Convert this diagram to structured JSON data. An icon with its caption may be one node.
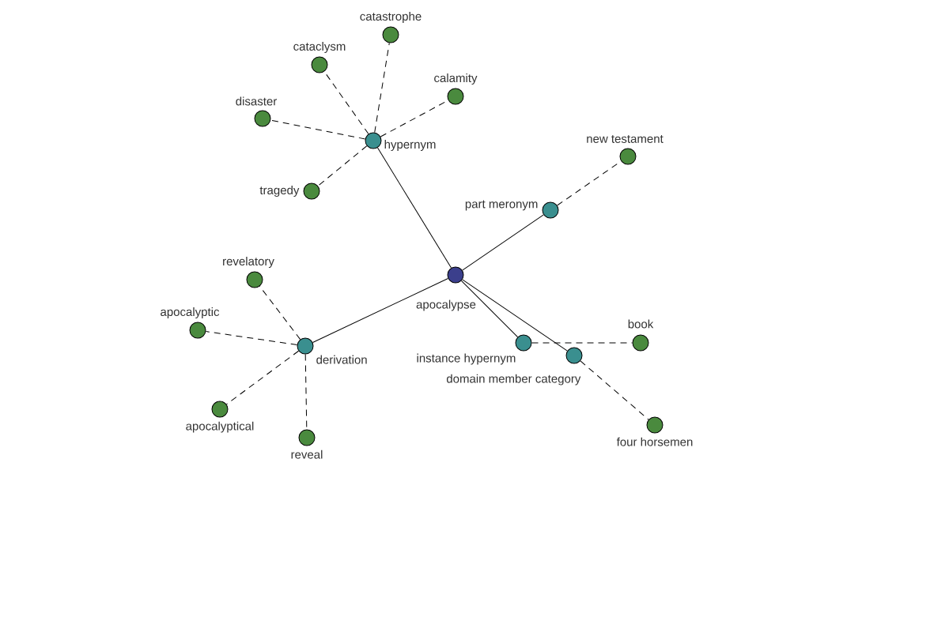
{
  "diagram": {
    "nodes": [
      {
        "text": [
          "apocalypse"
        ]
      },
      {
        "text": [
          "hypernym"
        ]
      },
      {
        "text": [
          "catastrophe"
        ]
      },
      {
        "text": [
          "cataclysm"
        ]
      },
      {
        "text": [
          "calamity"
        ]
      },
      {
        "text": [
          "disaster"
        ]
      },
      {
        "text": [
          "tragedy"
        ]
      },
      {
        "text": [
          "derivation"
        ]
      },
      {
        "text": [
          "revelatory"
        ]
      },
      {
        "text": [
          "apocalyptic"
        ]
      },
      {
        "text": [
          "apocalyptical"
        ]
      },
      {
        "text": [
          "reveal"
        ]
      },
      {
        "text": [
          "part meronym"
        ]
      },
      {
        "text": [
          "new testament"
        ]
      },
      {
        "text": [
          "instance hypernym"
        ]
      },
      {
        "text": [
          "domain member category"
        ]
      },
      {
        "text": [
          "book"
        ]
      },
      {
        "text": [
          "four horsemen"
        ]
      }
    ],
    "edges": [
      {
        "from": 0,
        "to": 1,
        "arrow": "none"
      },
      {
        "from": 0,
        "to": 7,
        "arrow": "none"
      },
      {
        "from": 0,
        "to": 12,
        "arrow": "none"
      },
      {
        "from": 0,
        "to": 14,
        "arrow": "none"
      },
      {
        "from": 0,
        "to": 15,
        "arrow": "none"
      },
      {
        "from": 1,
        "to": 2,
        "arrow": "none",
        "style": "dashed"
      },
      {
        "from": 1,
        "to": 3,
        "arrow": "none",
        "style": "dashed"
      },
      {
        "from": 1,
        "to": 4,
        "arrow": "none",
        "style": "dashed"
      },
      {
        "from": 1,
        "to": 5,
        "arrow": "none",
        "style": "dashed"
      },
      {
        "from": 1,
        "to": 6,
        "arrow": "none",
        "style": "dashed"
      },
      {
        "from": 7,
        "to": 8,
        "arrow": "none",
        "style": "dashed"
      },
      {
        "from": 7,
        "to": 9,
        "arrow": "none",
        "style": "dashed"
      },
      {
        "from": 7,
        "to": 10,
        "arrow": "none",
        "style": "dashed"
      },
      {
        "from": 7,
        "to": 11,
        "arrow": "none",
        "style": "dashed"
      },
      {
        "from": 12,
        "to": 13,
        "arrow": "none",
        "style": "dashed"
      },
      {
        "from": 14,
        "to": 16,
        "arrow": "none",
        "style": "dashed"
      },
      {
        "from": 15,
        "to": 17,
        "arrow": "none",
        "style": "dashed"
      }
    ]
  }
}
